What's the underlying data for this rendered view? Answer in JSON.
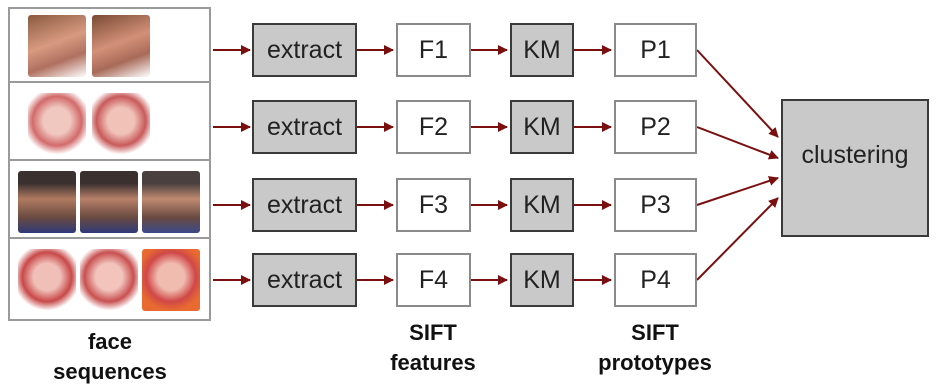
{
  "rows": [
    {
      "extract": "extract",
      "feature": "F1",
      "km": "KM",
      "prototype": "P1"
    },
    {
      "extract": "extract",
      "feature": "F2",
      "km": "KM",
      "prototype": "P2"
    },
    {
      "extract": "extract",
      "feature": "F3",
      "km": "KM",
      "prototype": "P3"
    },
    {
      "extract": "extract",
      "feature": "F4",
      "km": "KM",
      "prototype": "P4"
    }
  ],
  "clustering_label": "clustering",
  "captions": {
    "face_sequences": [
      "face",
      "sequences"
    ],
    "sift_features": [
      "SIFT",
      "features"
    ],
    "sift_prototypes": [
      "SIFT",
      "prototypes"
    ]
  },
  "colors": {
    "arrow": "#7a0f0f",
    "box_grey": "#c9c9c9",
    "box_border": "#3a3a3a"
  },
  "thumbnail_counts": [
    2,
    2,
    3,
    3
  ]
}
